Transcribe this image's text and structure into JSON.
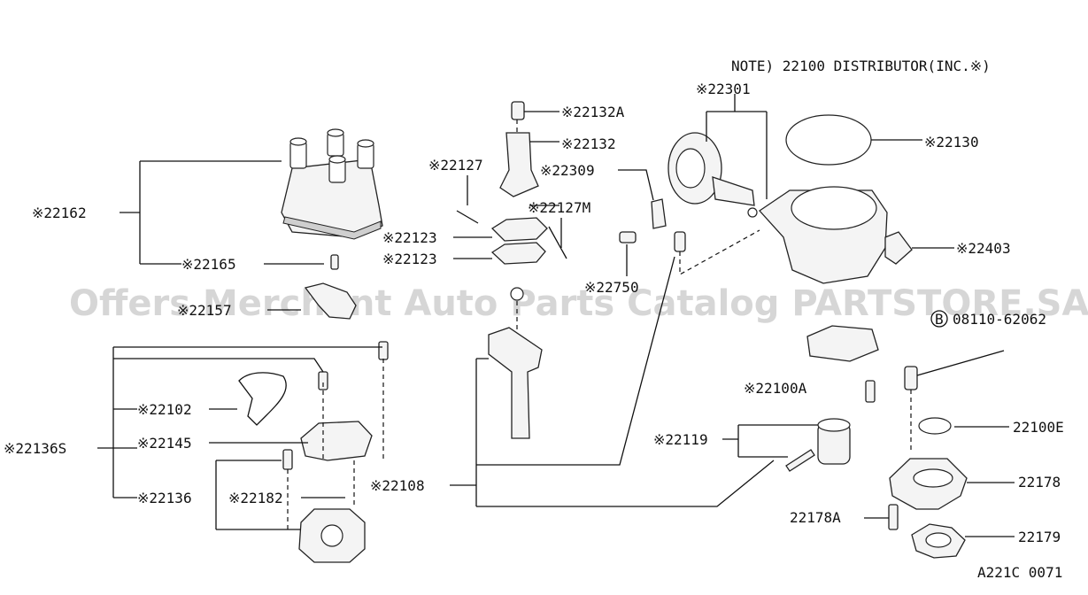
{
  "note": "NOTE) 22100 DISTRIBUTOR(INC.※)",
  "watermark": "Offers Merchant Auto Parts Catalog PARTSTORE.SA",
  "diagram_code": "A221C 0071",
  "labels": {
    "p22162": "※22162",
    "p22165": "※22165",
    "p22157": "※22157",
    "p22136S": "※22136S",
    "p22102": "※22102",
    "p22145": "※22145",
    "p22136": "※22136",
    "p22182": "※22182",
    "p22132A": "※22132A",
    "p22132": "※22132",
    "p22127": "※22127",
    "p22127M": "※22127M",
    "p22123a": "※22123",
    "p22123b": "※22123",
    "p22309": "※22309",
    "p22750": "※22750",
    "p22108": "※22108",
    "p22119": "※22119",
    "p22301": "※22301",
    "p22130": "※22130",
    "p22403": "※22403",
    "p08110": "08110-62062",
    "p08110_mark": "B",
    "p22100A": "※22100A",
    "p22100E": "22100E",
    "p22178": "22178",
    "p22178A": "22178A",
    "p22179": "22179"
  }
}
